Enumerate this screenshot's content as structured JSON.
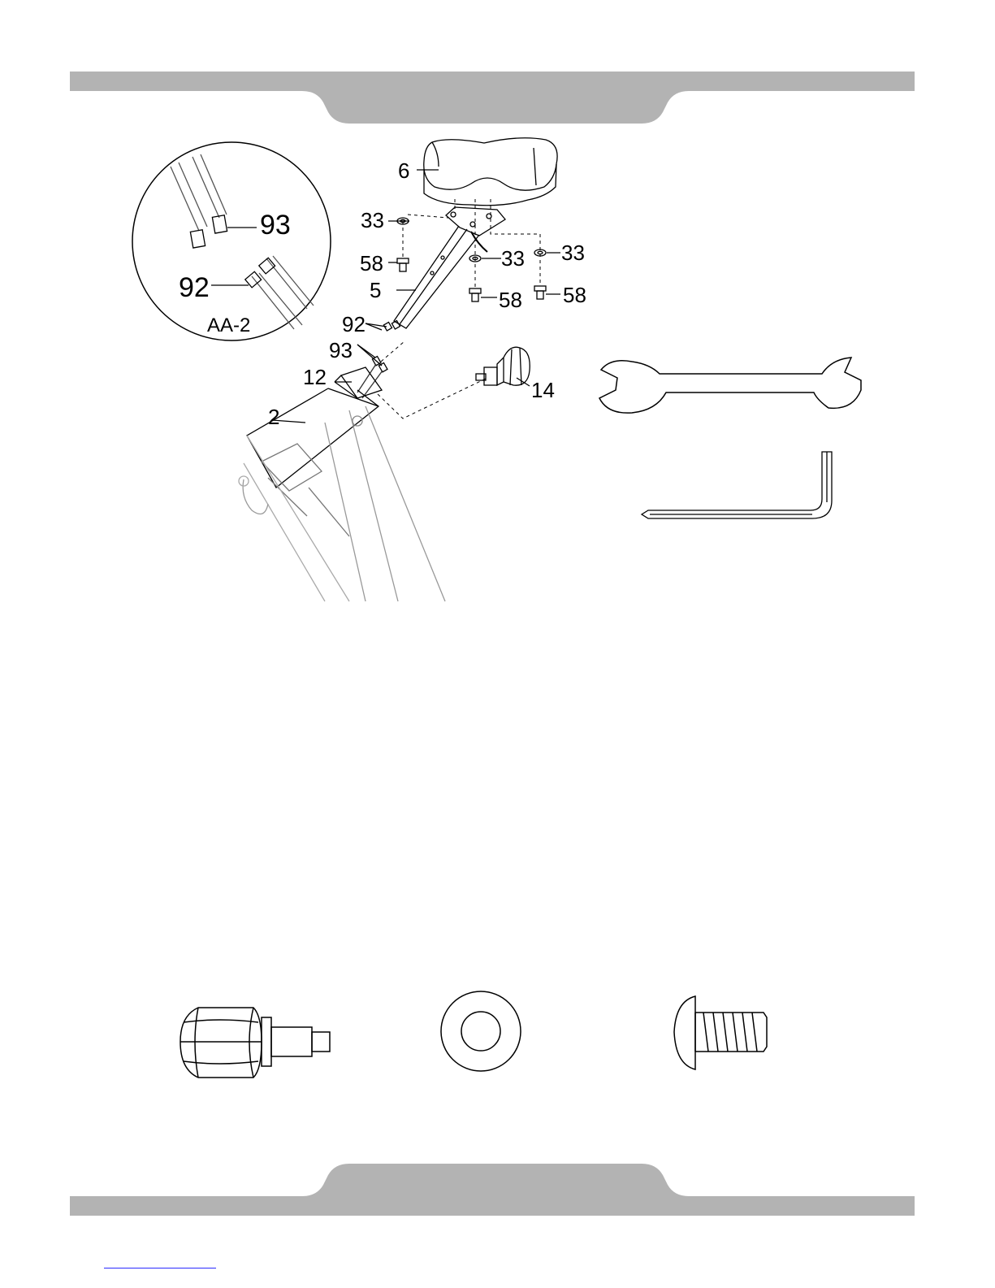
{
  "header_bar": {
    "color": "#b3b3b3"
  },
  "footer_bar": {
    "color": "#b3b3b3"
  },
  "callout_labels": {
    "seat": "6",
    "washer_left": "33",
    "washer_center": "33",
    "washer_right": "33",
    "bolt_left": "58",
    "bolt_center": "58",
    "bolt_right": "58",
    "seat_post": "5",
    "cable_upper": "92",
    "cable_lower": "93",
    "sleeve": "12",
    "knob": "14",
    "frame": "2"
  },
  "detail_view": {
    "connector_a": "93",
    "connector_b": "92",
    "caption": "AA-2"
  },
  "tools": [
    "wrench-icon",
    "allen-key-icon"
  ],
  "parts": [
    "knob-icon",
    "washer-icon",
    "bolt-icon"
  ]
}
